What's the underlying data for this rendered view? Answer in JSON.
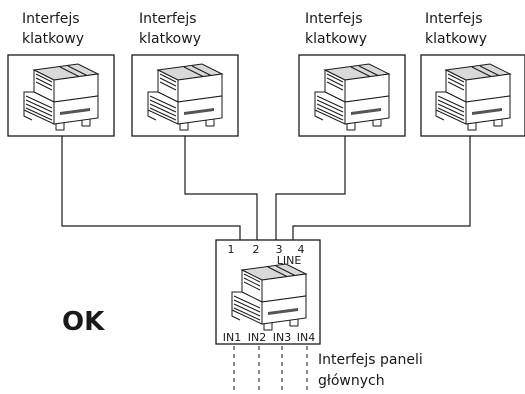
{
  "interface_boxes": [
    {
      "label_line1": "Interfejs",
      "label_line2": "klatkowy"
    },
    {
      "label_line1": "Interfejs",
      "label_line2": "klatkowy"
    },
    {
      "label_line1": "Interfejs",
      "label_line2": "klatkowy"
    },
    {
      "label_line1": "Interfejs",
      "label_line2": "klatkowy"
    }
  ],
  "central_unit": {
    "top_terminals": [
      "1",
      "2",
      "3",
      "4"
    ],
    "line_label": "LINE",
    "bottom_inputs": [
      "IN1",
      "IN2",
      "IN3",
      "IN4"
    ]
  },
  "status_label": "OK",
  "main_panels_label": {
    "line1": "Interfejs paneli",
    "line2": "głównych"
  },
  "colors": {
    "stroke": "#1a1a1a",
    "device_top": "#d9d9d9"
  }
}
